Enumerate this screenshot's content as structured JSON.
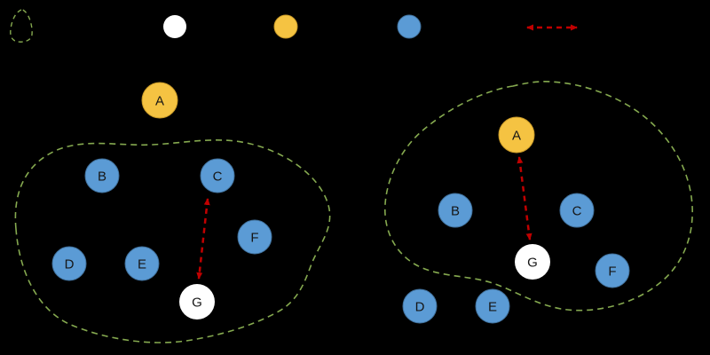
{
  "colors": {
    "background": "#000000",
    "blue_node": "#5B9BD5",
    "yellow_node": "#F5C342",
    "white_node": "#FFFFFF",
    "cluster_outline_green": "#85A94F",
    "arrow_red": "#C00000",
    "node_label_text": "#161616"
  },
  "legend": {
    "items": [
      {
        "icon": "cluster-dashed-outline"
      },
      {
        "icon": "white-node"
      },
      {
        "icon": "yellow-node"
      },
      {
        "icon": "blue-node"
      },
      {
        "icon": "red-dashed-double-arrow"
      }
    ]
  },
  "left_cluster": {
    "nodes": [
      {
        "label": "A",
        "type": "yellow"
      },
      {
        "label": "B",
        "type": "blue"
      },
      {
        "label": "C",
        "type": "blue"
      },
      {
        "label": "D",
        "type": "blue"
      },
      {
        "label": "E",
        "type": "blue"
      },
      {
        "label": "F",
        "type": "blue"
      },
      {
        "label": "G",
        "type": "white"
      }
    ],
    "arrow": {
      "from": "C",
      "to": "G"
    }
  },
  "right_cluster": {
    "nodes": [
      {
        "label": "A",
        "type": "yellow"
      },
      {
        "label": "B",
        "type": "blue"
      },
      {
        "label": "C",
        "type": "blue"
      },
      {
        "label": "D",
        "type": "blue"
      },
      {
        "label": "E",
        "type": "blue"
      },
      {
        "label": "F",
        "type": "blue"
      },
      {
        "label": "G",
        "type": "white"
      }
    ],
    "arrow": {
      "from": "A",
      "to": "G"
    }
  }
}
